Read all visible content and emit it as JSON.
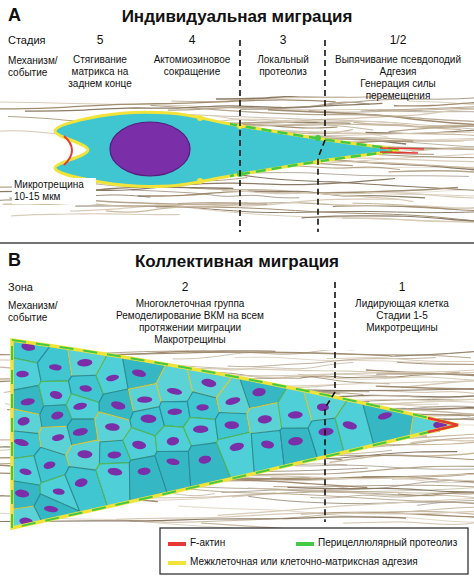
{
  "diagram": {
    "labels": [
      "A",
      "Индивидуальная миграция",
      "Стадия",
      "5",
      "4",
      "3",
      "1/2",
      "Механизм/ событие",
      "Стягивание матрикса на заднем конце",
      "Актомиозиновое сокращение",
      "Локальный протеолиз",
      "Выпячивание псевдоподий",
      "Адгезия",
      "Генерация силы перемещения",
      "Микротрещина 10-15 мкм",
      "B",
      "Коллективная миграция",
      "Зона",
      "2",
      "1",
      "Механизм/ событие",
      "Многоклеточная группа",
      "Ремоделирование ВКМ на всем протяжении миграции",
      "Макротрещины",
      "Лидирующая клетка",
      "Стадии 1-5",
      "Микротрещины"
    ],
    "legend": [
      {
        "text": "F-актин",
        "color": "#e53935"
      },
      {
        "text": "Перицеллюлярный протеолиз",
        "color": "#43c943"
      },
      {
        "text": "Межклеточная или клеточно-матриксная адгезия",
        "color": "#f2e33a"
      }
    ]
  }
}
